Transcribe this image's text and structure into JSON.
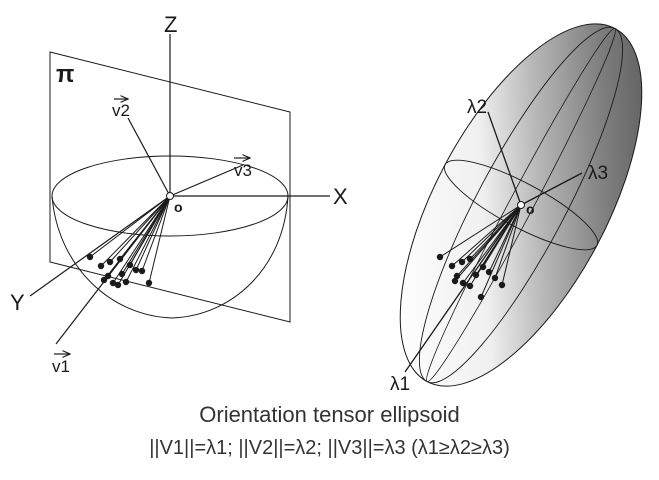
{
  "left_diagram": {
    "plane_label": "π",
    "axis_z": "Z",
    "axis_x": "X",
    "axis_y": "Y",
    "origin": "o",
    "vector_1": "v1",
    "vector_2": "v2",
    "vector_3": "v3"
  },
  "right_diagram": {
    "origin": "o",
    "lambda_1": "λ1",
    "lambda_2": "λ2",
    "lambda_3": "λ3"
  },
  "caption": {
    "title": "Orientation tensor ellipsoid",
    "formula": "||V1||=λ1; ||V2||=λ2; ||V3||=λ3 (λ1≥λ2≥λ3)"
  },
  "colors": {
    "line": "#1a1a1a",
    "shade_dark": "#555555",
    "shade_light": "#f2f2f2"
  }
}
